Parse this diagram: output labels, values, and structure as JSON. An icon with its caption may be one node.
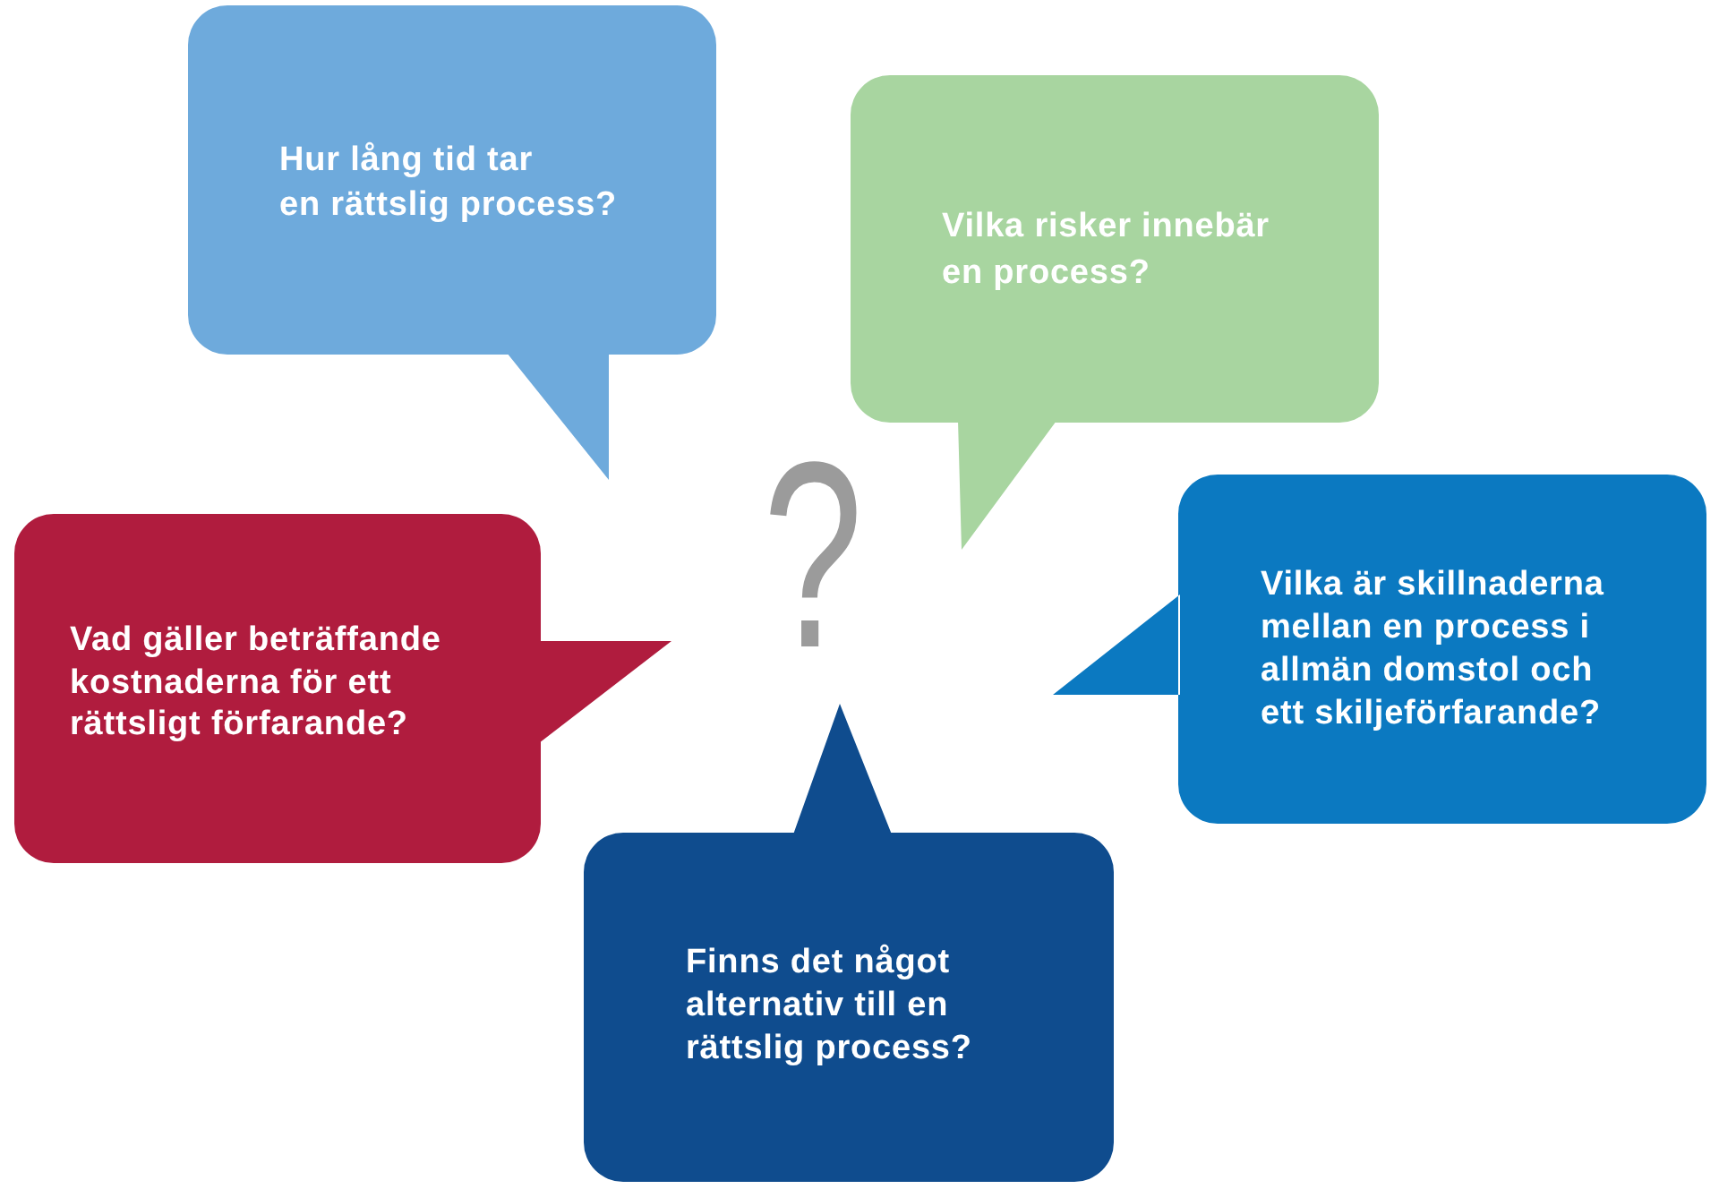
{
  "diagram": {
    "nodes": [
      {
        "text": [
          "Hur lång tid tar en rättslig process?"
        ]
      },
      {
        "text": [
          "Vilka risker innebär en process?"
        ]
      },
      {
        "text": [
          "Vad gäller beträffande kostnaderna för ett rättsligt förfarande?"
        ]
      },
      {
        "text": [
          "Vilka är skillnaderna mellan en process i allmän domstol och ett skiljeförfarande?"
        ]
      },
      {
        "text": [
          "Finns det något alternativ till en rättslig process?"
        ]
      }
    ],
    "labels": [
      "?"
    ]
  }
}
